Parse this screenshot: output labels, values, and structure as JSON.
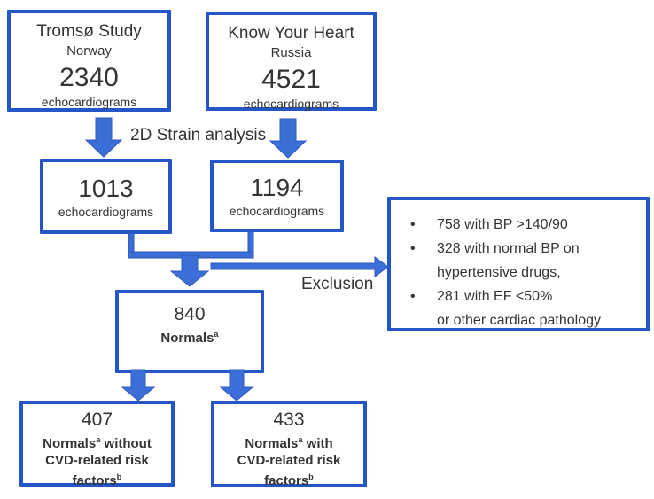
{
  "diagram": {
    "background_color": "#ffffff",
    "box_border_color": "#2457c5",
    "arrow_color": "#3b6ed6",
    "text_color": "#343434",
    "bullet_glyph": "•",
    "labels": {
      "strain_analysis": "2D Strain analysis",
      "exclusion": "Exclusion"
    },
    "nodes": {
      "tromso": {
        "title": "Tromsø Study",
        "subtitle": "Norway",
        "count": "2340",
        "unit": "echocardiograms"
      },
      "kyh": {
        "title": "Know Your Heart",
        "subtitle": "Russia",
        "count": "4521",
        "unit": "echocardiograms"
      },
      "tromso_strain": {
        "count": "1013",
        "unit": "echocardiograms"
      },
      "kyh_strain": {
        "count": "1194",
        "unit": "echocardiograms"
      },
      "normals": {
        "count": "840",
        "label": "Normals",
        "label_sup": "a"
      },
      "without_risk": {
        "count": "407",
        "line1_pre": "Normals",
        "line1_sup": "a",
        "line1_post": " without",
        "line2": "CVD-related risk",
        "line3_pre": "factors",
        "line3_sup": "b"
      },
      "with_risk": {
        "count": "433",
        "line1_pre": "Normals",
        "line1_sup": "a",
        "line1_post": " with",
        "line2": "CVD-related risk",
        "line3_pre": "factors",
        "line3_sup": "b"
      },
      "exclusion": {
        "bullet1": "758 with BP >140/90",
        "bullet2_line1": "328 with normal BP on",
        "bullet2_line2": "hypertensive drugs,",
        "bullet3_line1": "281 with EF <50%",
        "bullet3_line2": "or other cardiac pathology"
      }
    }
  }
}
